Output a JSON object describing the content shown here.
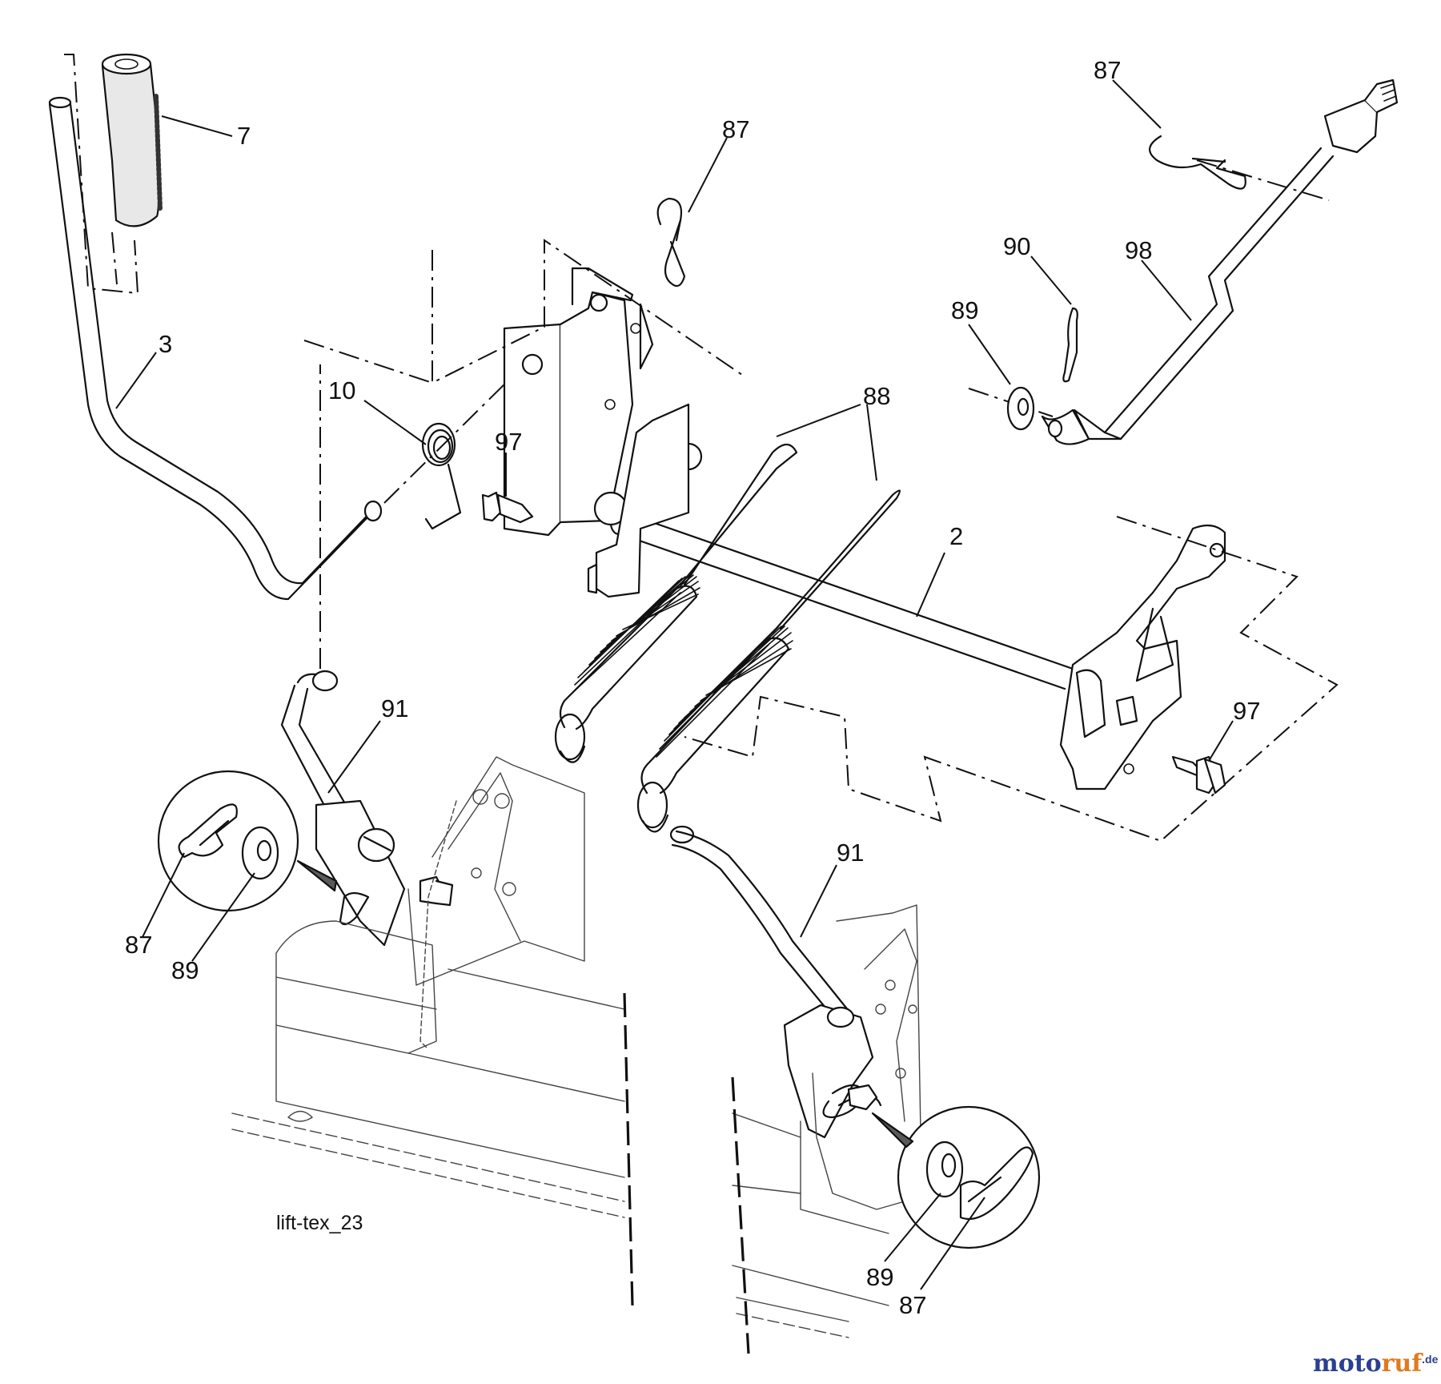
{
  "diagram": {
    "callouts": {
      "c7": "7",
      "c87_top": "87",
      "c87_right": "87",
      "c3": "3",
      "c10": "10",
      "c97_left": "97",
      "c88": "88",
      "c90": "90",
      "c98": "98",
      "c89_right": "89",
      "c2": "2",
      "c97_right": "97",
      "c91_left": "91",
      "c91_right": "91",
      "c87_circle_left": "87",
      "c89_circle_left": "89",
      "c89_circle_right": "89",
      "c87_circle_right": "87"
    },
    "caption": "lift-tex_23"
  },
  "watermark": {
    "name": "motoruf",
    "suffix": ".de",
    "colors": {
      "moto": "#2a3f8f",
      "ruf": "#e07a1f"
    }
  }
}
